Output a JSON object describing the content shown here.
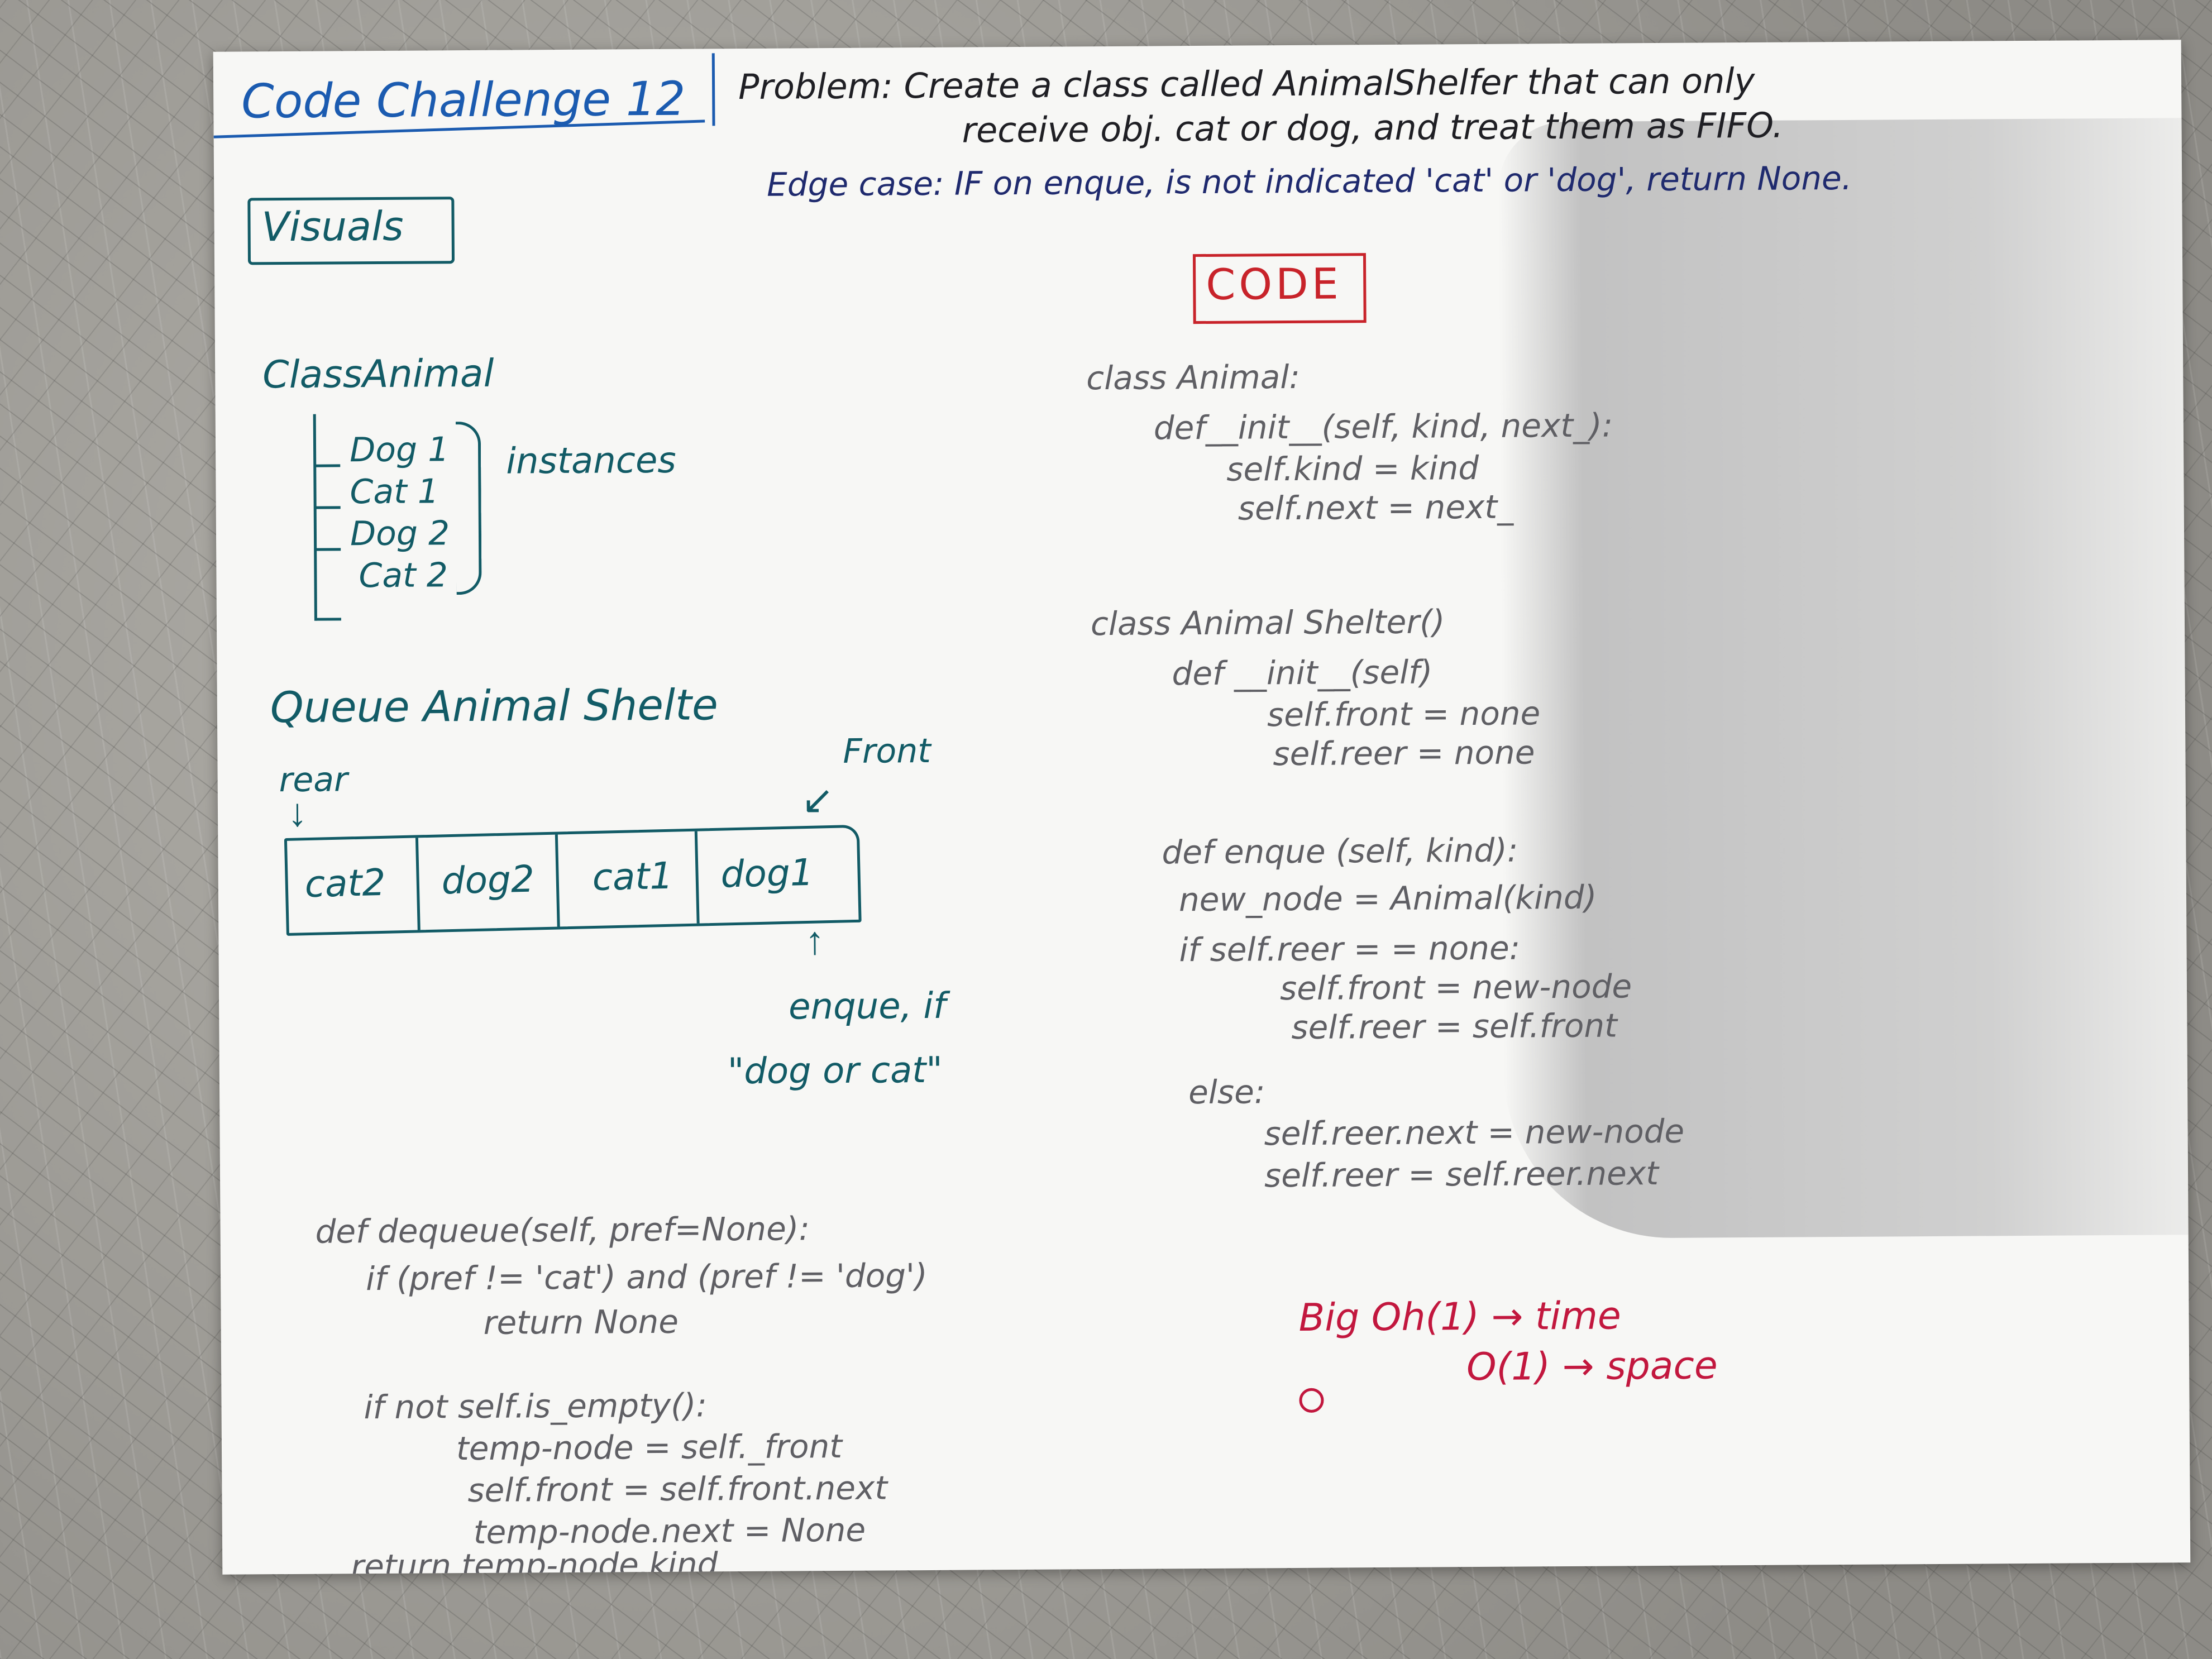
{
  "header": {
    "title": "Code Challenge 12",
    "problem_line1": "Problem: Create a class called AnimalShelfer that can only",
    "problem_line2": "receive obj. cat or dog, and treat them as FIFO.",
    "edge_case": "Edge case: IF on enque, is not indicated 'cat' or 'dog', return None."
  },
  "visuals": {
    "heading": "Visuals",
    "class_title": "ClassAnimal",
    "instances": [
      "Dog 1",
      "Cat 1",
      "Dog 2",
      "Cat 2"
    ],
    "instances_label": "instances",
    "queue_title": "Queue Animal Shelte",
    "rear_label": "rear",
    "front_label": "Front",
    "queue_cells": [
      "cat2",
      "dog2",
      "cat1",
      "dog1"
    ],
    "enque_note_line1": "enque, if",
    "enque_note_line2": "\"dog or cat\""
  },
  "code_section": {
    "heading": "CODE",
    "lines": [
      "class Animal:",
      "def__init__(self, kind, next_):",
      "self.kind = kind",
      "self.next = next_",
      "class Animal Shelter()",
      "def __init__(self)",
      "self.front = none",
      "self.reer = none",
      "def enque (self, kind):",
      "new_node = Animal(kind)",
      "if self.reer = = none:",
      "self.front = new-node",
      "self.reer = self.front",
      "else:",
      "self.reer.next = new-node",
      "self.reer = self.reer.next"
    ]
  },
  "dequeue_section": {
    "lines": [
      "def dequeue(self, pref=None):",
      "if (pref != 'cat') and (pref != 'dog')",
      "return None",
      "if not self.is_empty():",
      "temp-node = self._front",
      "self.front = self.front.next",
      "temp-node.next = None",
      "return temp-node.kind"
    ]
  },
  "big_oh": {
    "time": "Big Oh(1) → time",
    "space": "O(1) → space"
  },
  "colors": {
    "paper": "#f7f7f5",
    "title_blue": "#1b5bb0",
    "teal_ink": "#125b66",
    "code_grey": "#5f5f64",
    "heading_red": "#c8232a",
    "bigoh_magenta": "#c2173e"
  }
}
